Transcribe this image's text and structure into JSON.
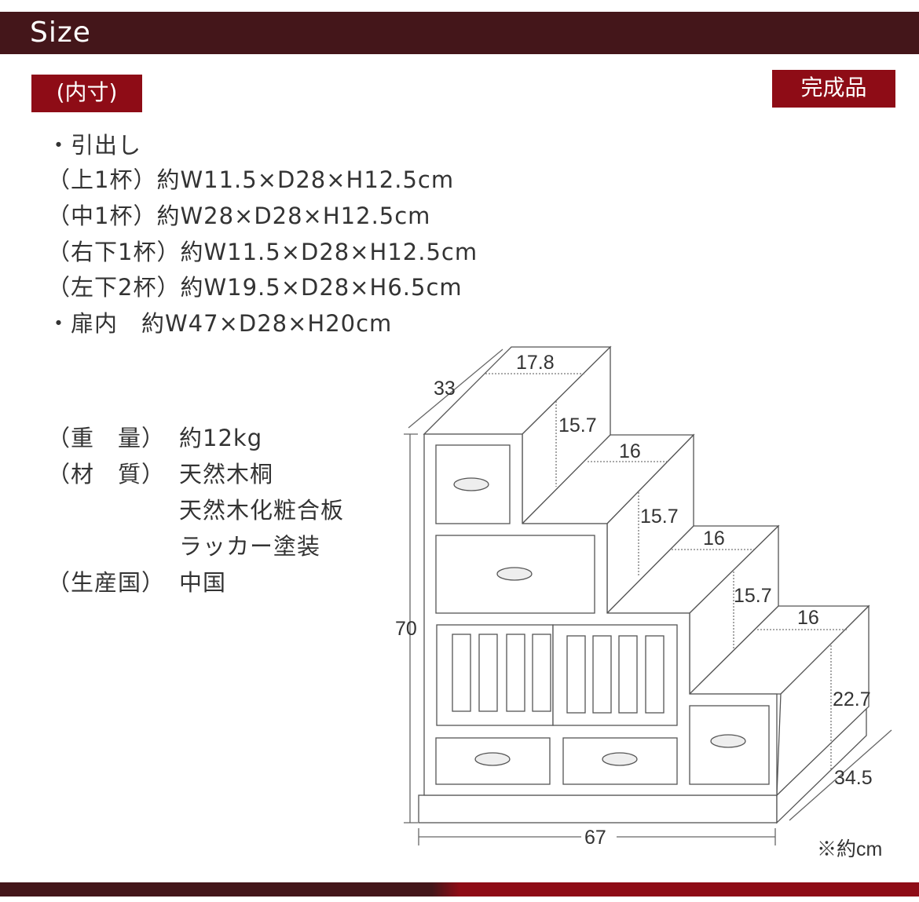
{
  "header": {
    "title": "Size"
  },
  "badges": {
    "inner": "(内寸)",
    "finished": "完成品"
  },
  "inner_dimensions": [
    "・引出し",
    "（上1杯）約W11.5×D28×H12.5cm",
    "（中1杯）約W28×D28×H12.5cm",
    "（右下1杯）約W11.5×D28×H12.5cm",
    "（左下2杯）約W19.5×D28×H6.5cm",
    "・扉内　約W47×D28×H20cm"
  ],
  "specs": [
    {
      "label": "（重　量）",
      "value": "約12kg"
    },
    {
      "label": "（材　質）",
      "value": "天然木桐"
    },
    {
      "label": "",
      "value": "天然木化粧合板"
    },
    {
      "label": "",
      "value": "ラッカー塗装"
    },
    {
      "label": "（生産国）",
      "value": "中国"
    }
  ],
  "diagram": {
    "top_width": "17.8",
    "top_depth": "33",
    "step1_height": "15.7",
    "step2_width": "16",
    "step2_height": "15.7",
    "step3_width": "16",
    "step3_height": "15.7",
    "step4_width": "16",
    "step4_height": "22.7",
    "total_height": "70",
    "base_depth": "34.5",
    "total_width": "67",
    "unit_note": "※約cm"
  },
  "colors": {
    "dark": "#44161a",
    "accent": "#8e0c16"
  }
}
